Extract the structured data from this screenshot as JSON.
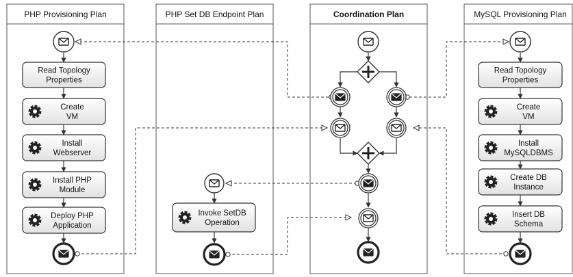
{
  "lanes": [
    {
      "id": "php",
      "title": "PHP Provisioning Plan",
      "bold": false
    },
    {
      "id": "setdb",
      "title": "PHP Set DB Endpoint Plan",
      "bold": false
    },
    {
      "id": "coord",
      "title": "Coordination Plan",
      "bold": true
    },
    {
      "id": "mysql",
      "title": "MySQL Provisioning Plan",
      "bold": false
    }
  ],
  "php_tasks": [
    {
      "line1": "Read Topology",
      "line2": "Properties",
      "gear": false
    },
    {
      "line1": "Create",
      "line2": "VM",
      "gear": true
    },
    {
      "line1": "Install",
      "line2": "Webserver",
      "gear": true
    },
    {
      "line1": "Install PHP",
      "line2": "Module",
      "gear": true
    },
    {
      "line1": "Deploy PHP",
      "line2": "Application",
      "gear": true
    }
  ],
  "setdb_tasks": [
    {
      "line1": "Invoke SetDB",
      "line2": "Operation",
      "gear": true
    }
  ],
  "mysql_tasks": [
    {
      "line1": "Read Topology",
      "line2": "Properties",
      "gear": false
    },
    {
      "line1": "Create",
      "line2": "VM",
      "gear": true
    },
    {
      "line1": "Install",
      "line2": "MySQLDBMS",
      "gear": true
    },
    {
      "line1": "Create DB",
      "line2": "Instance",
      "gear": true
    },
    {
      "line1": "Insert DB",
      "line2": "Schema",
      "gear": true
    }
  ],
  "colors": {
    "stroke": "#333333",
    "task_fill_top": "#ffffff",
    "task_fill_bottom": "#e4e4e4",
    "lane_border": "#555555"
  }
}
